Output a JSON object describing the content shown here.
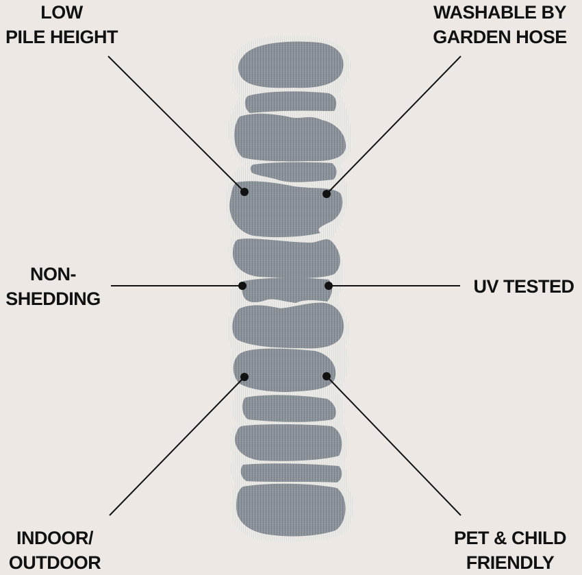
{
  "colors": {
    "background": "#ede8e4",
    "rug_border": "#eeeeea",
    "rug_stone": "#8b9299",
    "text": "#111111",
    "line": "#111111"
  },
  "features": [
    {
      "id": "low-pile",
      "side": "left",
      "lines": [
        "LOW",
        "PILE HEIGHT"
      ]
    },
    {
      "id": "washable",
      "side": "right",
      "lines": [
        "WASHABLE BY",
        "GARDEN HOSE"
      ]
    },
    {
      "id": "non-shedding",
      "side": "left",
      "lines": [
        "NON-",
        "SHEDDING"
      ]
    },
    {
      "id": "uv-tested",
      "side": "right",
      "lines": [
        "UV TESTED"
      ]
    },
    {
      "id": "indoor",
      "side": "left",
      "lines": [
        "INDOOR/",
        "OUTDOOR"
      ]
    },
    {
      "id": "pet-child",
      "side": "right",
      "lines": [
        "PET & CHILD",
        "FRIENDLY"
      ]
    }
  ]
}
